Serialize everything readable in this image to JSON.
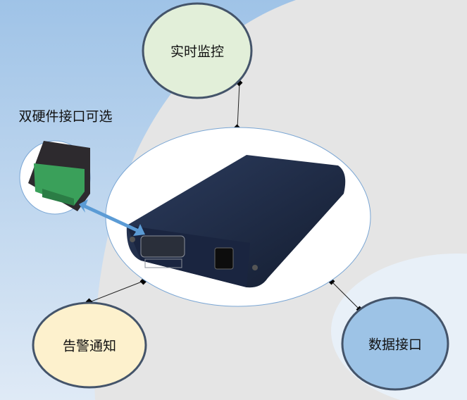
{
  "nodes": {
    "top": "实时监控",
    "left_bottom": "告警通知",
    "right_bottom": "数据接口",
    "hardware": "双硬件接口可选"
  },
  "colors": {
    "top_fill": "#e2efd9",
    "left_bottom_fill": "#fdf1cd",
    "right_bottom_fill": "#9dc3e6",
    "outline": "#44546a",
    "device": "#1f2d4a",
    "arrow": "#5b9bd5"
  }
}
